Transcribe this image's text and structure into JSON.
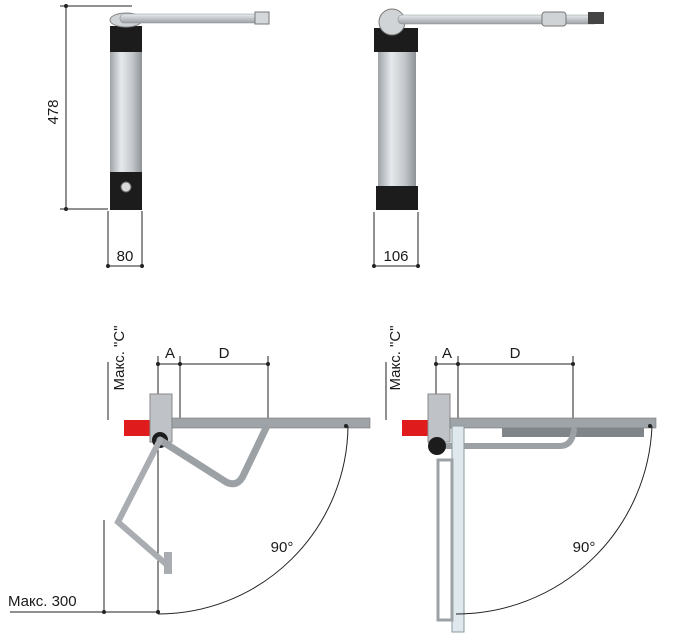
{
  "views": {
    "front": {
      "height_label": "478",
      "width_label": "80"
    },
    "side": {
      "width_label": "106"
    }
  },
  "install_left": {
    "c_label": "Макс. \"C\"",
    "a_label": "A",
    "d_label": "D",
    "angle_label": "90°",
    "max_label": "Макс. 300"
  },
  "install_right": {
    "c_label": "Макс. \"C\"",
    "a_label": "A",
    "d_label": "D",
    "angle_label": "90°"
  },
  "colors": {
    "aluminium": "#c4c8cc",
    "black_cap": "#1c1c1c",
    "arm": "#a9adb2",
    "wall_red": "#e01b1b",
    "gate_blue": "#dfe8ec"
  }
}
